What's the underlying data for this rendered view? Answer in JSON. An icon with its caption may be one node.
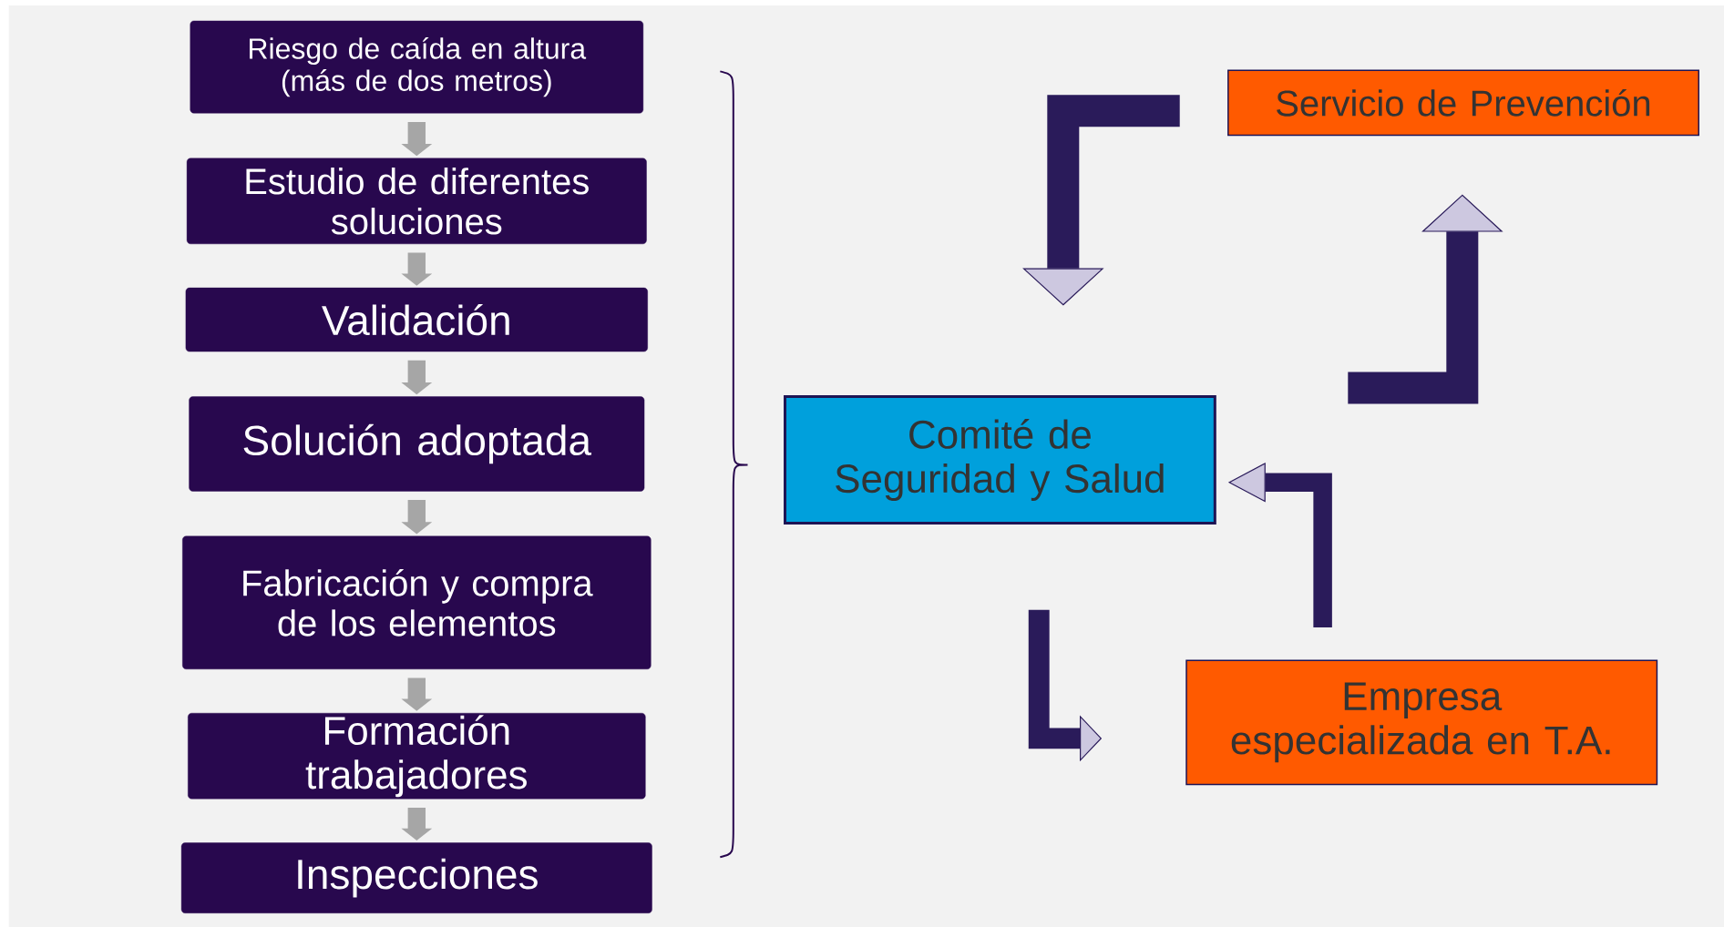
{
  "diagram": {
    "nodes": [
      {
        "text": [
          "Riesgo de caída en altura (más de dos metros)"
        ]
      },
      {
        "text": [
          "Estudio de diferentes soluciones"
        ]
      },
      {
        "text": [
          "Validación"
        ]
      },
      {
        "text": [
          "Solución adoptada"
        ]
      },
      {
        "text": [
          "Fabricación y compra de los elementos"
        ]
      },
      {
        "text": [
          "Formación trabajadores"
        ]
      },
      {
        "text": [
          "Inspecciones"
        ]
      },
      {
        "text": [
          "Servicio de Prevención"
        ]
      },
      {
        "text": [
          "Comité de Seguridad y Salud"
        ]
      },
      {
        "text": [
          "Empresa especializada en T.A."
        ]
      }
    ],
    "edges": [
      {
        "from": 0,
        "to": 1,
        "arrow": "to"
      },
      {
        "from": 1,
        "to": 2,
        "arrow": "to"
      },
      {
        "from": 2,
        "to": 3,
        "arrow": "to"
      },
      {
        "from": 3,
        "to": 4,
        "arrow": "to"
      },
      {
        "from": 4,
        "to": 5,
        "arrow": "to"
      },
      {
        "from": 5,
        "to": 6,
        "arrow": "to"
      },
      {
        "from": 7,
        "to": 8,
        "arrow": "to"
      },
      {
        "from": null,
        "to": 7,
        "arrow": "to"
      },
      {
        "from": 9,
        "to": 8,
        "arrow": "to"
      },
      {
        "from": 8,
        "to": 9,
        "arrow": "to"
      }
    ]
  }
}
